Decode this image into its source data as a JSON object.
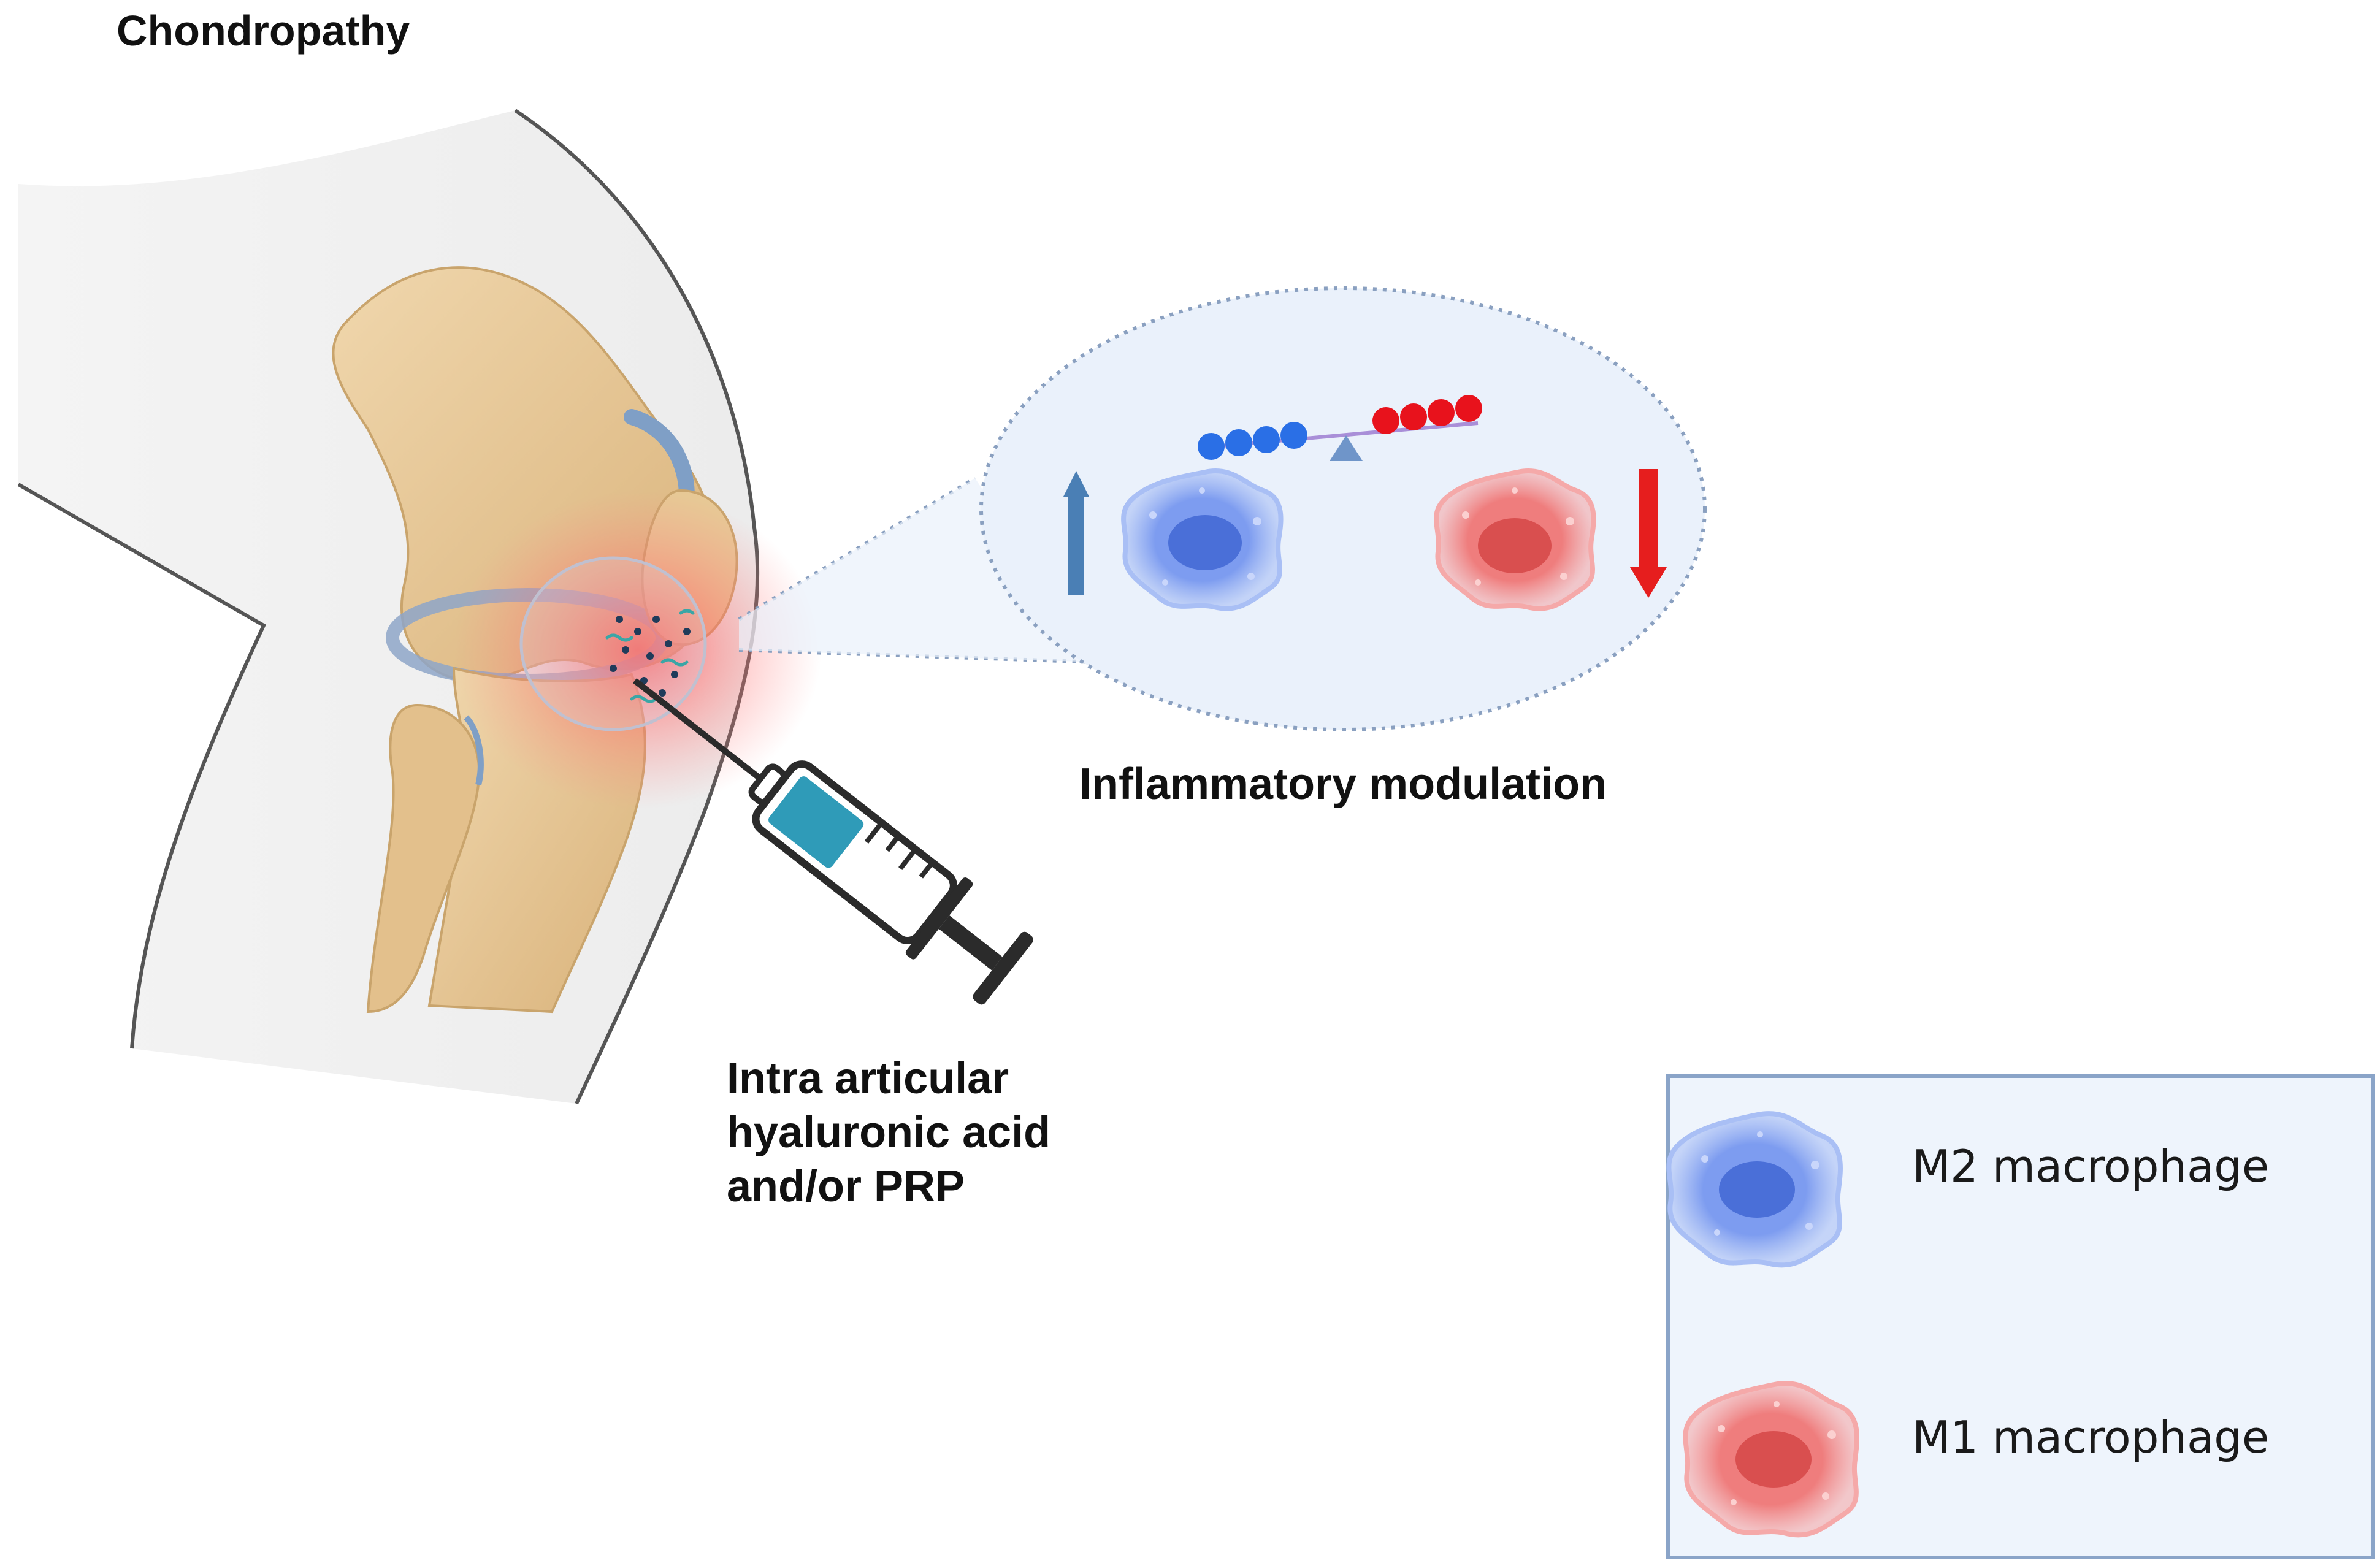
{
  "title": "Chondropathy",
  "labels": {
    "inflammatory_modulation": "Inflammatory modulation",
    "injection_line1": "Intra articular",
    "injection_line2": "hyaluronic acid",
    "injection_line3": "and/or PRP"
  },
  "legend": {
    "m2": "M2 macrophage",
    "m1": "M1 macrophage"
  },
  "colors": {
    "m2": "#5b7fe0",
    "m1": "#e06666",
    "up_arrow": "#4a7fb5",
    "down_arrow": "#e61e1e",
    "bone": "#e8c99a",
    "inflammation": "#ff5a5a",
    "zoom_bg": "#eaf1fb",
    "legend_bg": "#eef4fc"
  },
  "icons": [
    "knee-joint",
    "syringe-icon",
    "m2-macrophage-icon",
    "m1-macrophage-icon",
    "up-arrow-icon",
    "down-arrow-icon",
    "balance-scale-icon"
  ]
}
